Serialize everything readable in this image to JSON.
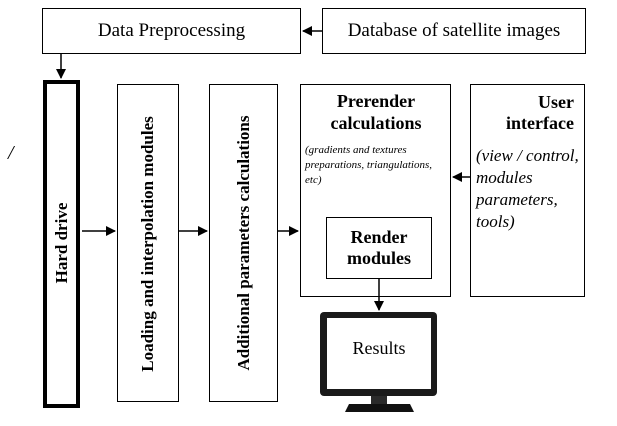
{
  "nodes": {
    "data_preprocessing": "Data Preprocessing",
    "database": "Database of satellite images",
    "hard_drive": "Hard drive",
    "loading": "Loading and interpolation modules",
    "additional": "Additional parameters calculations",
    "prerender_title": "Prerender calculations",
    "prerender_note": "(gradients and textures preparations, triangulations, etc)",
    "render_modules": "Render modules",
    "user_interface_title": "User interface",
    "user_interface_note": "(view / control, modules parameters, tools)",
    "results": "Results"
  },
  "stray_mark": "/"
}
